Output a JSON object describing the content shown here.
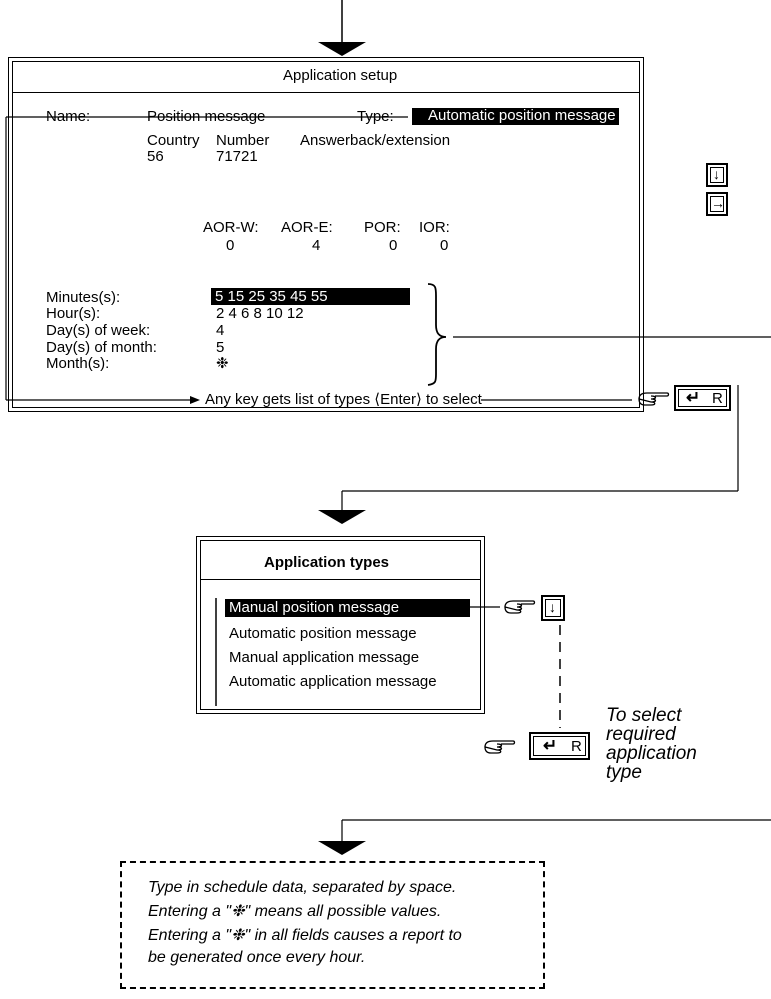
{
  "setup": {
    "title": "Application setup",
    "name_label": "Name:",
    "name_value": "Position message",
    "type_label": "Type:",
    "type_value": "Automatic position message",
    "country_label": "Country",
    "number_label": "Number",
    "answerback_label": "Answerback/extension",
    "country_value": "56",
    "number_value": "71721",
    "regions": [
      {
        "label": "AOR-W:",
        "value": "0"
      },
      {
        "label": "AOR-E:",
        "value": "4"
      },
      {
        "label": "POR:",
        "value": "0"
      },
      {
        "label": "IOR:",
        "value": "0"
      }
    ],
    "schedule": [
      {
        "label": "Minutes(s):",
        "value": "5  15  25  35  45  55"
      },
      {
        "label": "Hour(s):",
        "value": "2  4  6  8  10  12"
      },
      {
        "label": "Day(s) of week:",
        "value": "4"
      },
      {
        "label": "Day(s) of month:",
        "value": "5"
      },
      {
        "label": "Month(s):",
        "value": "❉"
      }
    ],
    "footer": "Any key gets list of types ⟨Enter⟩ to select"
  },
  "types_dialog": {
    "title": "Application types",
    "items": [
      "Manual position message",
      "Automatic position message",
      "Manual application message",
      "Automatic application message"
    ],
    "selected_index": 0
  },
  "keys": {
    "down": "↓",
    "right": "→",
    "enter_label": "R",
    "enter_symbol": "↵"
  },
  "callout": [
    "To select",
    "required",
    "application",
    "type"
  ],
  "note": [
    "Type in schedule data, separated by space.",
    "Entering a \"❉\" means all possible values.",
    "Entering a \"❉\" in all fields causes a report to",
    "be generated once every hour."
  ]
}
